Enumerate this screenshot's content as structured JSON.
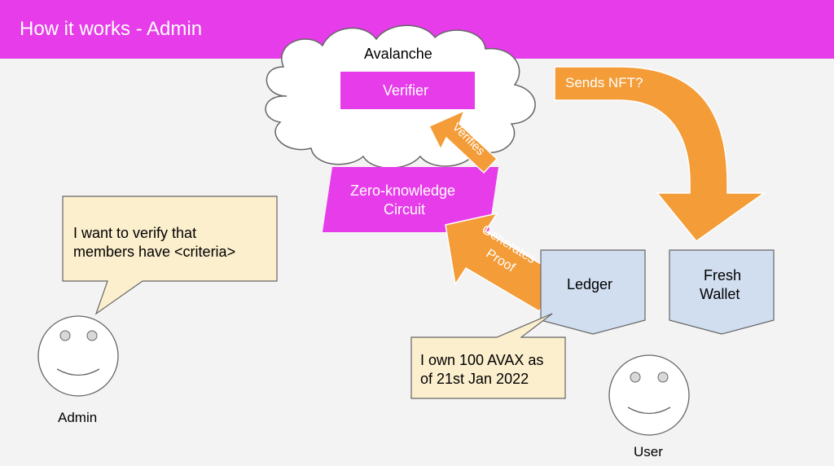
{
  "header": {
    "title": "How it works - Admin"
  },
  "cloud": {
    "label": "Avalanche"
  },
  "verifier": {
    "label": "Verifier"
  },
  "circuit": {
    "line1": "Zero-knowledge",
    "line2": "Circuit"
  },
  "arrows": {
    "verifies": "Verifies",
    "generates_line1": "Generates",
    "generates_line2": "Proof",
    "sends_nft": "Sends NFT?"
  },
  "ledger": {
    "label": "Ledger"
  },
  "fresh_wallet": {
    "line1": "Fresh",
    "line2": "Wallet"
  },
  "admin": {
    "speech_line1": "I want to verify that",
    "speech_line2": "members have <criteria>",
    "label": "Admin"
  },
  "user": {
    "speech_line1": "I own 100 AVAX as",
    "speech_line2": "of 21st Jan 2022",
    "label": "User"
  },
  "colors": {
    "magenta": "#e63ce9",
    "orange": "#f39c38",
    "callout_fill": "#fcefcd",
    "pentagon_fill": "#d0def0",
    "background": "#f3f3f3"
  }
}
